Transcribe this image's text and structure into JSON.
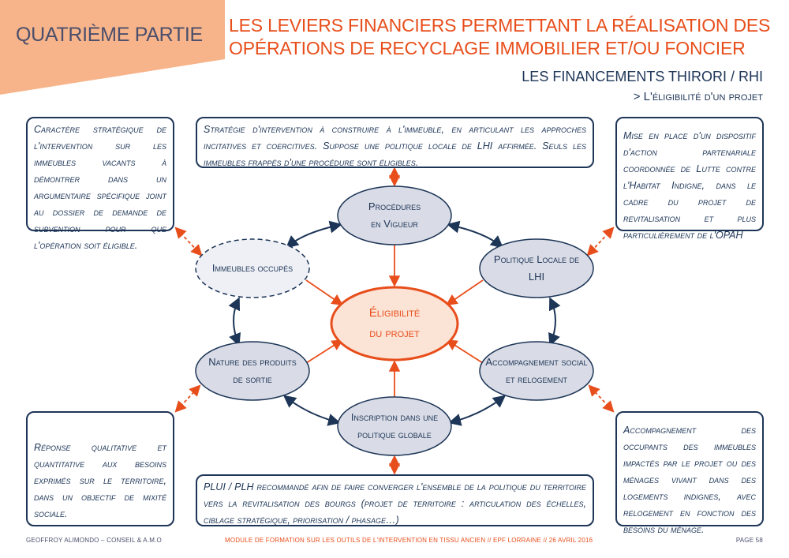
{
  "header": {
    "part": "QUATRIÈME PARTIE",
    "title": "LES LEVIERS FINANCIERS PERMETTANT LA RÉALISATION DES OPÉRATIONS DE RECYCLAGE IMMOBILIER ET/OU FONCIER",
    "subtitle": "LES FINANCEMENTS THIRORI / RHI",
    "section": "> L'éligibilité d'un projet"
  },
  "boxes": {
    "top_left": "Caractère stratégique de l'intervention sur les immeubles vacants à démontrer dans un argumentaire spécifique joint au dossier de demande de subvention pour que l'opération soit éligible.",
    "top_center": "Stratégie d'intervention à construire à l'immeuble, en articulant les approches incitatives et coercitives. Suppose une politique locale de LHI affirmée. Seuls les immeubles frappés d'une procédure sont éligibles.",
    "top_right": "Mise en place d'un dispositif d'action partenariale coordonnée de Lutte contre l'Habitat Indigne, dans le cadre du projet de revitalisation et plus particulièrement de l'OPAH",
    "bottom_left": "Réponse qualitative et quantitative aux besoins exprimés sur le territoire, dans un objectif de mixité sociale.",
    "bottom_center": "PLUI / PLH recommandé afin de faire converger l'ensemble de la politique du territoire vers la revitalisation des bourgs (projet de territoire : articulation des échelles, ciblage stratégique, priorisation / phasage…)",
    "bottom_right": "Accompagnement des occupants des immeubles impactés par le projet ou des ménages vivant dans des logements indignes, avec relogement en fonction des besoins du ménage."
  },
  "nodes": {
    "center": [
      "Éligibilité",
      "du projet"
    ],
    "procedures": [
      "Procédures",
      "en Vigueur"
    ],
    "politique": [
      "Politique Locale de",
      "LHI"
    ],
    "accompagnement": [
      "Accompagnement social",
      "et relogement"
    ],
    "inscription": [
      "Inscription dans une",
      "politique globale"
    ],
    "nature": [
      "Nature des produits",
      "de sortie"
    ],
    "immeubles": [
      "Immeubles occupés"
    ]
  },
  "footer": {
    "left": "GEOFFROY ALIMONDO – CONSEIL & A.M.O",
    "center": "MODULE DE FORMATION SUR LES OUTILS DE L'INTERVENTION EN TISSU ANCIEN  //  EPF LORRAINE  //  26 AVRIL 2016",
    "right": "PAGE 58"
  },
  "colors": {
    "orange": "#e84e1b",
    "navy": "#1d3557",
    "banner": "#f7b48a",
    "ellipse_fill": "#d9dce6"
  }
}
